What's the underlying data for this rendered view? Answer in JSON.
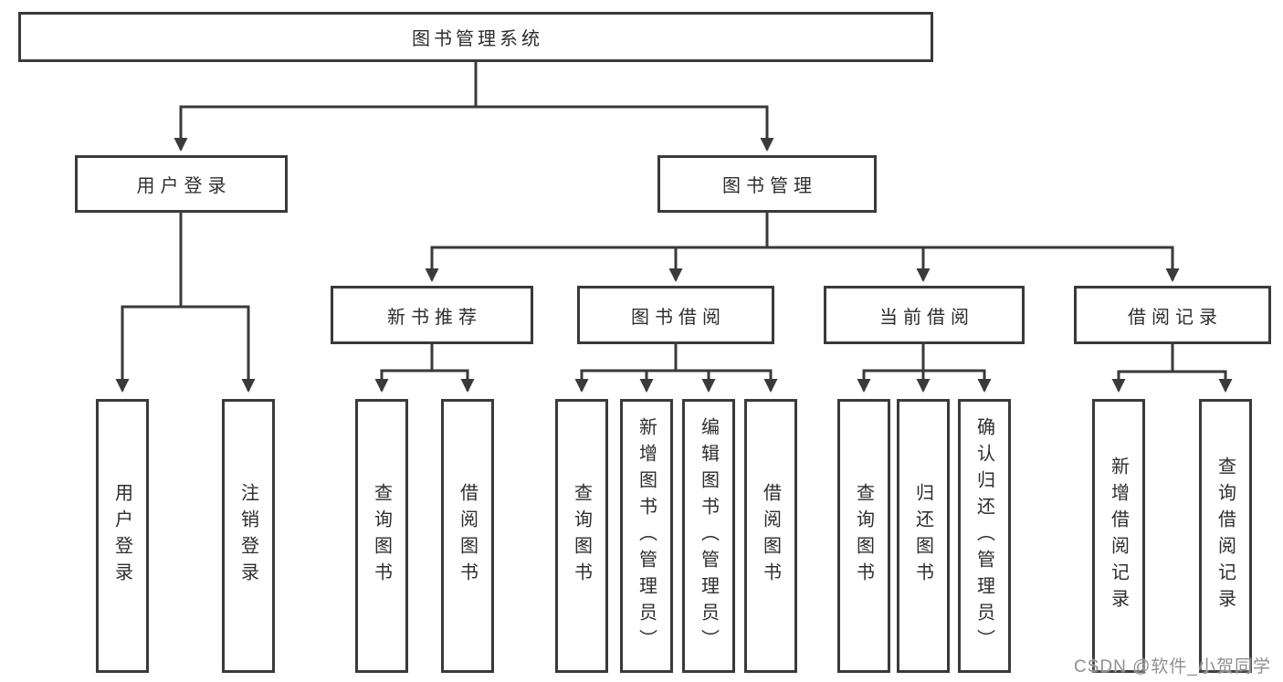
{
  "root": {
    "label": "图书管理系统"
  },
  "user_login": {
    "label": "用户登录",
    "children": [
      {
        "label": "用户登录"
      },
      {
        "label": "注销登录"
      }
    ]
  },
  "book_mgmt": {
    "label": "图书管理",
    "children": [
      {
        "label": "新书推荐",
        "children": [
          {
            "label": "查询图书"
          },
          {
            "label": "借阅图书"
          }
        ]
      },
      {
        "label": "图书借阅",
        "children": [
          {
            "label": "查询图书"
          },
          {
            "label": "新增图书（管理员）"
          },
          {
            "label": "编辑图书（管理员）"
          },
          {
            "label": "借阅图书"
          }
        ]
      },
      {
        "label": "当前借阅",
        "children": [
          {
            "label": "查询图书"
          },
          {
            "label": "归还图书"
          },
          {
            "label": "确认归还（管理员）"
          }
        ]
      },
      {
        "label": "借阅记录",
        "children": [
          {
            "label": "新增借阅记录"
          },
          {
            "label": "查询借阅记录"
          }
        ]
      }
    ]
  },
  "watermark": {
    "text": "CSDN @软件_小贺同学"
  },
  "colors": {
    "line": "#3a3a3a",
    "text": "#2d2d2d",
    "box_background": "#ffffff",
    "watermark": "#8f8f8f",
    "background": "#ffffff"
  }
}
